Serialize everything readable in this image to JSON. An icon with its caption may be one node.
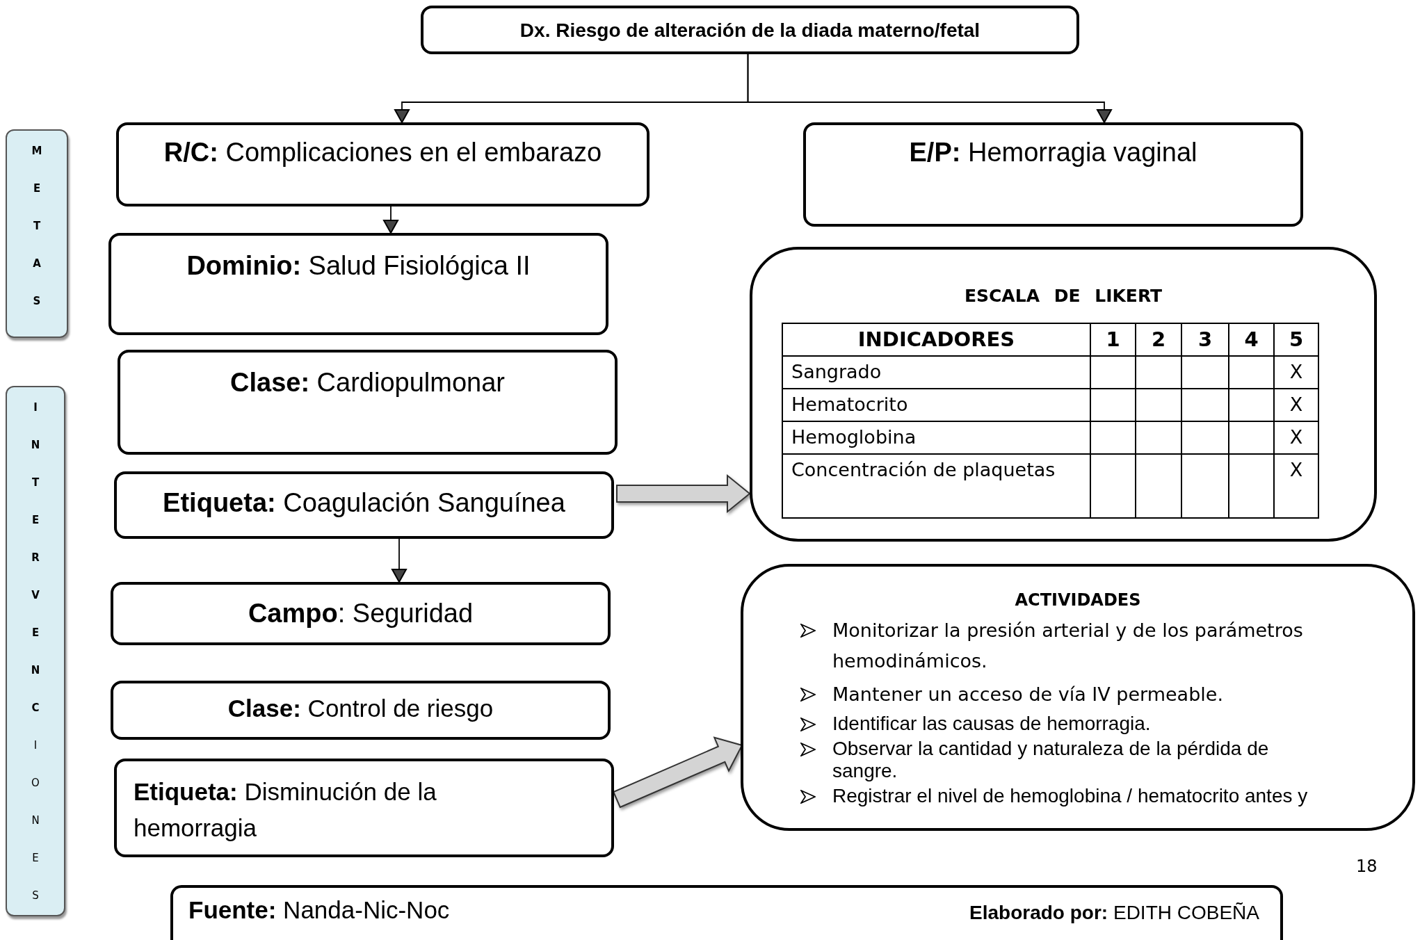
{
  "diagram": {
    "nodes": [
      {
        "text": [
          "Dx. Riesgo de alteración de la diada materno/fetal"
        ]
      },
      {
        "text": [
          "**R/C:** Complicaciones en el embarazo"
        ]
      },
      {
        "text": [
          "**E/P:** Hemorragia vaginal"
        ]
      },
      {
        "text": [
          "METAS"
        ]
      },
      {
        "text": [
          "**Dominio:** Salud Fisiológica II"
        ]
      },
      {
        "text": [
          "**INTERVENC**IONES"
        ]
      },
      {
        "text": [
          "**Clase:** Cardiopulmonar"
        ]
      },
      {
        "text": [
          "ESCALA DE LIKERT"
        ]
      },
      {
        "text": [
          "**Etiqueta:** Coagulación Sanguínea"
        ]
      },
      {
        "text": [
          "**Campo**: Seguridad"
        ]
      },
      {
        "text": [
          "ACTIVIDADES",
          "Monitorizar la presión arterial y de los parámetros hemodinámicos.",
          "Mantener un acceso de vía IV permeable.",
          "Identificar las causas de hemorragia.",
          "Observar la cantidad y naturaleza de la pérdida de sangre.",
          "Registrar el nivel de hemoglobina / hematocrito antes y"
        ]
      },
      {
        "text": [
          "**Clase:** Control de riesgo"
        ]
      },
      {
        "text": [
          "**Etiqueta:** Disminución de la hemorragia"
        ]
      },
      {
        "text": [
          "**Fuente:** Nanda-Nic-Noc",
          "**Elaborado por:** EDITH COBEÑA"
        ]
      }
    ],
    "edges": [
      {
        "from": 0,
        "to": 1,
        "arrow": "to"
      },
      {
        "from": 0,
        "to": 2,
        "arrow": "to"
      },
      {
        "from": 1,
        "to": 4,
        "arrow": "to"
      },
      {
        "from": 8,
        "to": 9,
        "arrow": "to"
      },
      {
        "from": 8,
        "to": 7,
        "arrow": "to",
        "style": "thick",
        "color": "#d4d4d4"
      },
      {
        "from": 12,
        "to": 10,
        "arrow": "to",
        "style": "thick",
        "color": "#d4d4d4"
      }
    ],
    "labels": [
      "INDICADORES",
      "1",
      "2",
      "3",
      "4",
      "5",
      "Sangrado",
      "X",
      "Hematocrito",
      "X",
      "Hemoglobina",
      "X",
      "Concentración de plaquetas",
      "X",
      "18"
    ]
  }
}
